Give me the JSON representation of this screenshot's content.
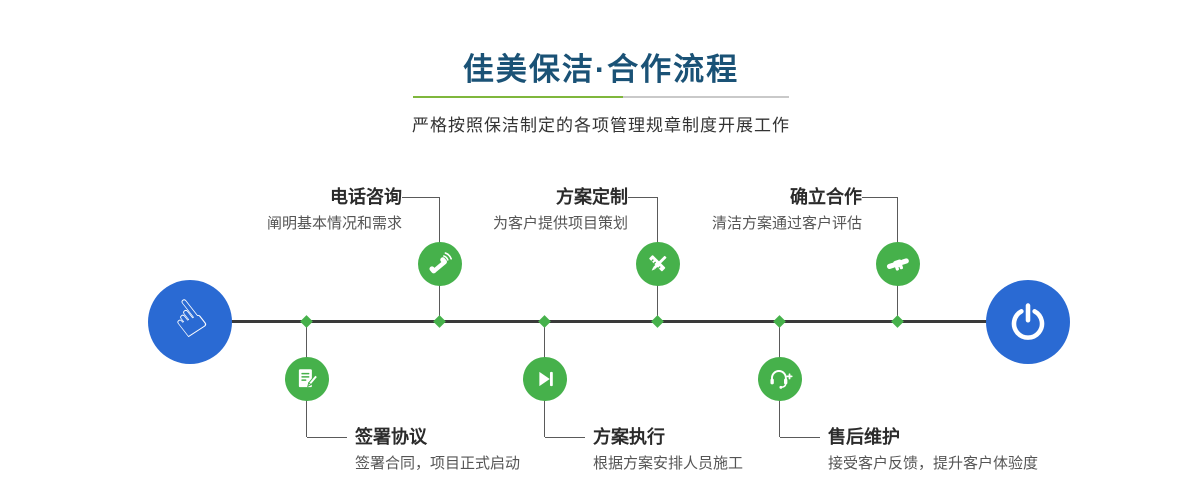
{
  "header": {
    "title": "佳美保洁·合作流程",
    "subtitle": "严格按照保洁制定的各项管理规章制度开展工作"
  },
  "colors": {
    "title_blue": "#1a5276",
    "accent_green": "#46b14b",
    "accent_blue": "#2a6ad3",
    "divider_green": "#7fb73c",
    "divider_gray": "#c9c9c9",
    "timeline": "#3a3a3a"
  },
  "endpoints": {
    "start_icon": "hand-pointer-icon",
    "end_icon": "power-icon"
  },
  "steps": {
    "top": [
      {
        "label": "电话咨询",
        "desc": "阐明基本情况和需求",
        "icon": "phone-icon"
      },
      {
        "label": "方案定制",
        "desc": "为客户提供项目策划",
        "icon": "pencil-ruler-icon"
      },
      {
        "label": "确立合作",
        "desc": "清洁方案通过客户评估",
        "icon": "handshake-icon"
      }
    ],
    "bottom": [
      {
        "label": "签署协议",
        "desc": "签署合同，项目正式启动",
        "icon": "contract-icon"
      },
      {
        "label": "方案执行",
        "desc": "根据方案安排人员施工",
        "icon": "play-step-icon"
      },
      {
        "label": "售后维护",
        "desc": "接受客户反馈，提升客户体验度",
        "icon": "headset-icon"
      }
    ]
  }
}
